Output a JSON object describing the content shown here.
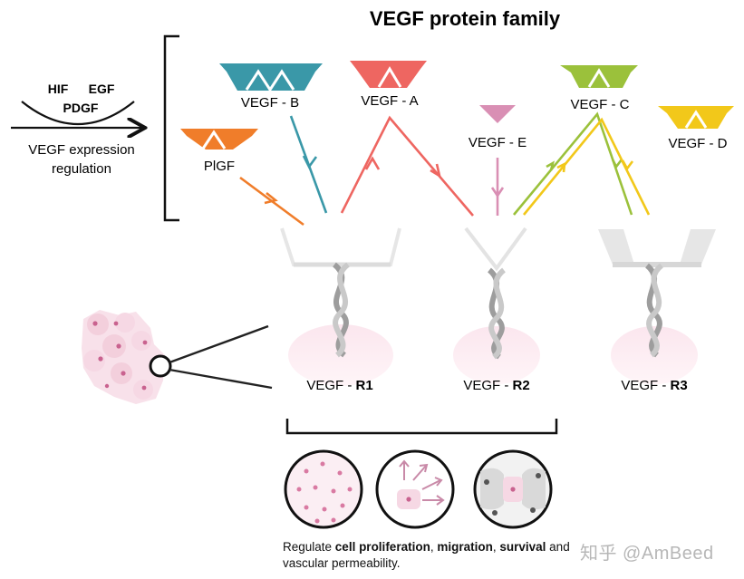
{
  "title": "VEGF  protein family",
  "expression": {
    "factors": [
      "HIF",
      "EGF",
      "PDGF"
    ],
    "label_line1": "VEGF expression",
    "label_line2": "regulation"
  },
  "ligands": [
    {
      "name": "PlGF",
      "color": "#F07D2A"
    },
    {
      "name": "VEGF - B",
      "color": "#3A98A8"
    },
    {
      "name": "VEGF - A",
      "color": "#EE6661"
    },
    {
      "name": "VEGF - E",
      "color": "#D98FB4"
    },
    {
      "name": "VEGF - C",
      "color": "#9BC13B"
    },
    {
      "name": "VEGF - D",
      "color": "#F2C81A"
    }
  ],
  "receptors": [
    {
      "prefix": "VEGF - ",
      "id": "R1"
    },
    {
      "prefix": "VEGF - ",
      "id": "R2"
    },
    {
      "prefix": "VEGF - ",
      "id": "R3"
    }
  ],
  "caption": {
    "pre": "Regulate ",
    "b1": "cell proliferation",
    "sep1": ", ",
    "b2": "migration",
    "sep2": ", ",
    "b3": "survival",
    "post": " and vascular permeability."
  },
  "watermark": "知乎 @AmBeed"
}
